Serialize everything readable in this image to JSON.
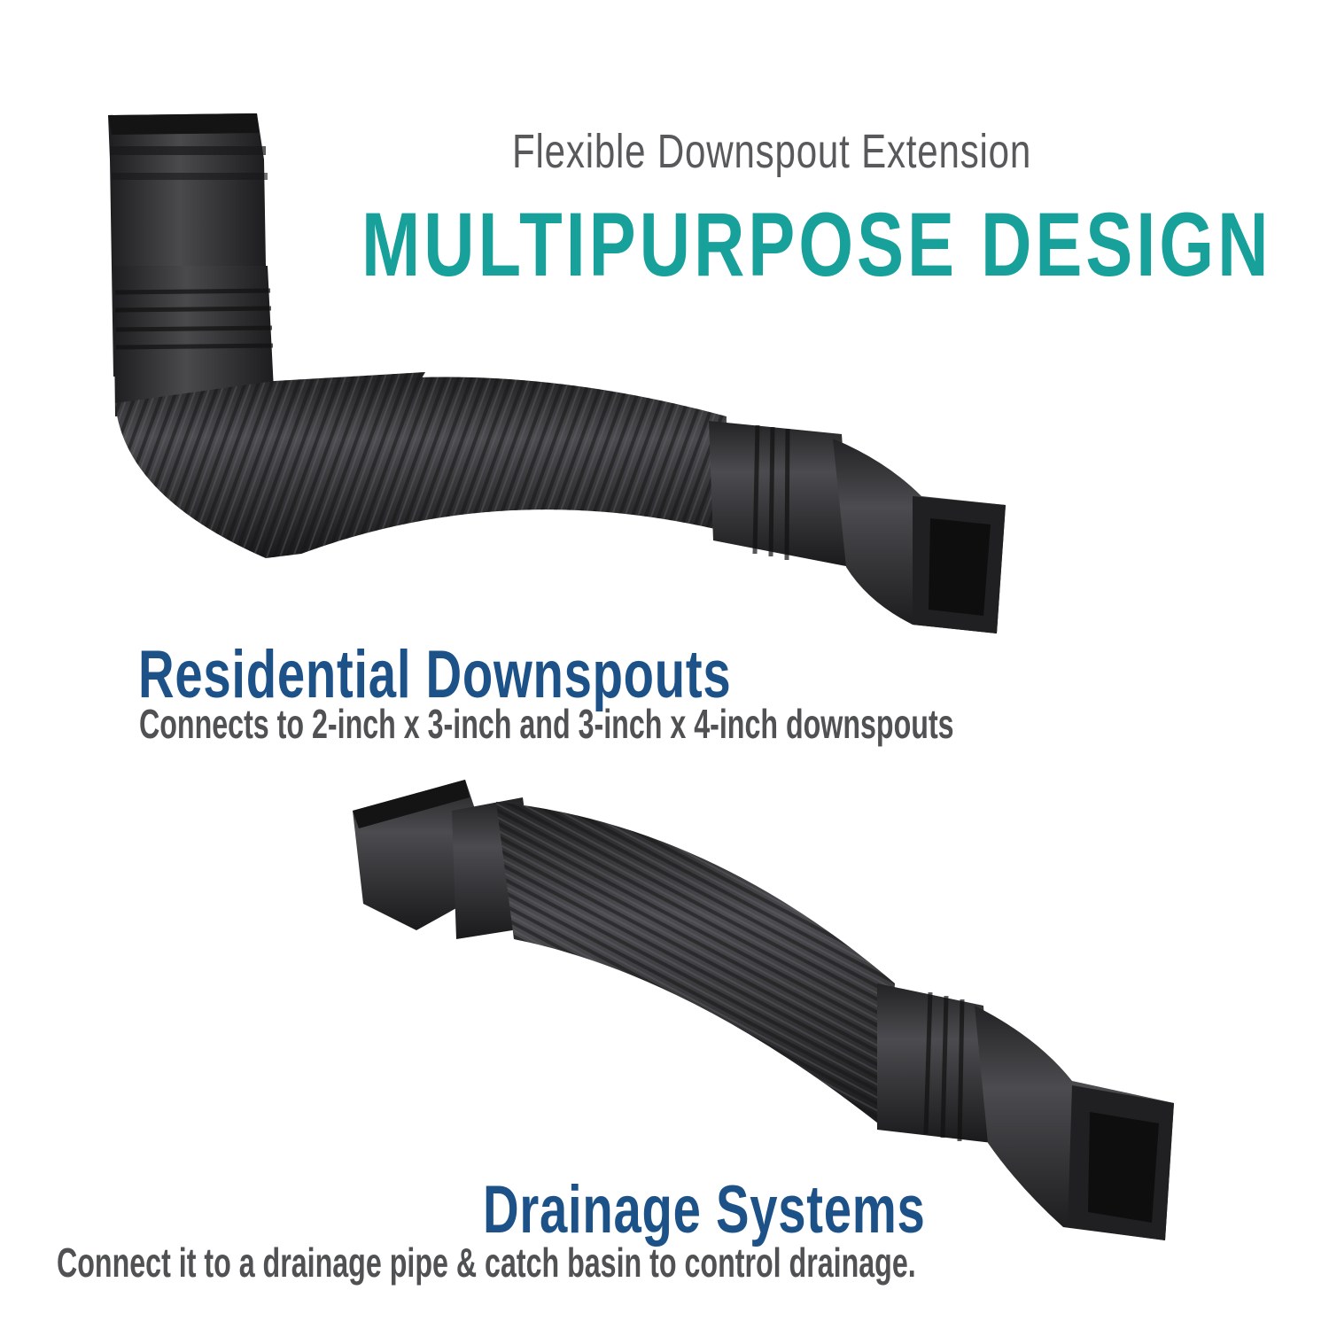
{
  "header": {
    "subtitle": "Flexible Downspout Extension",
    "headline": "MULTIPURPOSE DESIGN"
  },
  "sections": [
    {
      "title": "Residential Downspouts",
      "description": "Connects to 2-inch x 3-inch and 3-inch x 4-inch downspouts"
    },
    {
      "title": "Drainage Systems",
      "description": "Connect it to a drainage pipe & catch basin to control drainage."
    }
  ],
  "images": [
    {
      "name": "bent-downspout-extension",
      "description": "Black corrugated flexible downspout extension bent at an elbow"
    },
    {
      "name": "straight-downspout-extension",
      "description": "Black corrugated flexible downspout extension extended straight"
    }
  ],
  "colors": {
    "headline": "#17a19a",
    "section_title": "#1d5288",
    "body_text": "#505153",
    "subtitle": "#58595b",
    "product": "#2b2b2d",
    "background": "#ffffff"
  }
}
